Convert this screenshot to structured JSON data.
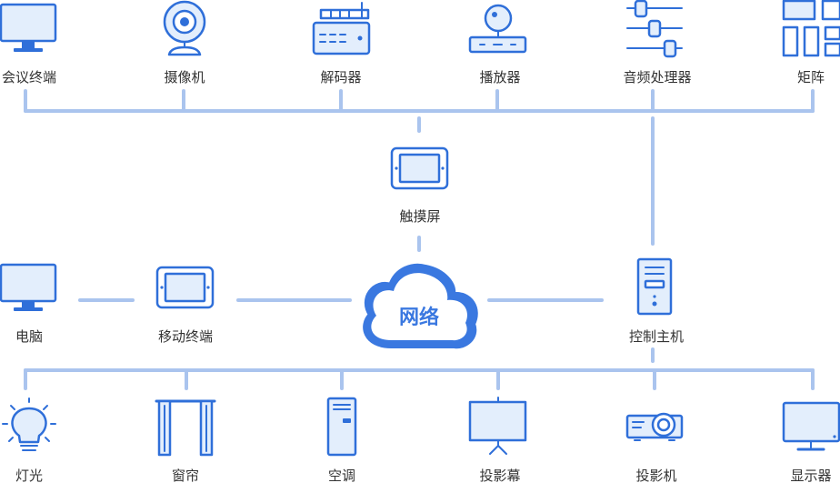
{
  "nodes": {
    "conference_terminal": "会议终端",
    "camera": "摄像机",
    "decoder": "解码器",
    "player": "播放器",
    "audio_processor": "音频处理器",
    "matrix": "矩阵",
    "touch_screen": "触摸屏",
    "computer": "电脑",
    "mobile_terminal": "移动终端",
    "network": "网络",
    "control_host": "控制主机",
    "light": "灯光",
    "curtain": "窗帘",
    "air_conditioner": "空调",
    "projection_screen": "投影幕",
    "projector": "投影机",
    "monitor": "显示器"
  },
  "colors": {
    "icon_stroke": "#2f6fd9",
    "icon_fill": "#e3eefc",
    "connector": "#aac4ee",
    "label_text": "#333333",
    "cloud_text": "#3a78e0"
  }
}
